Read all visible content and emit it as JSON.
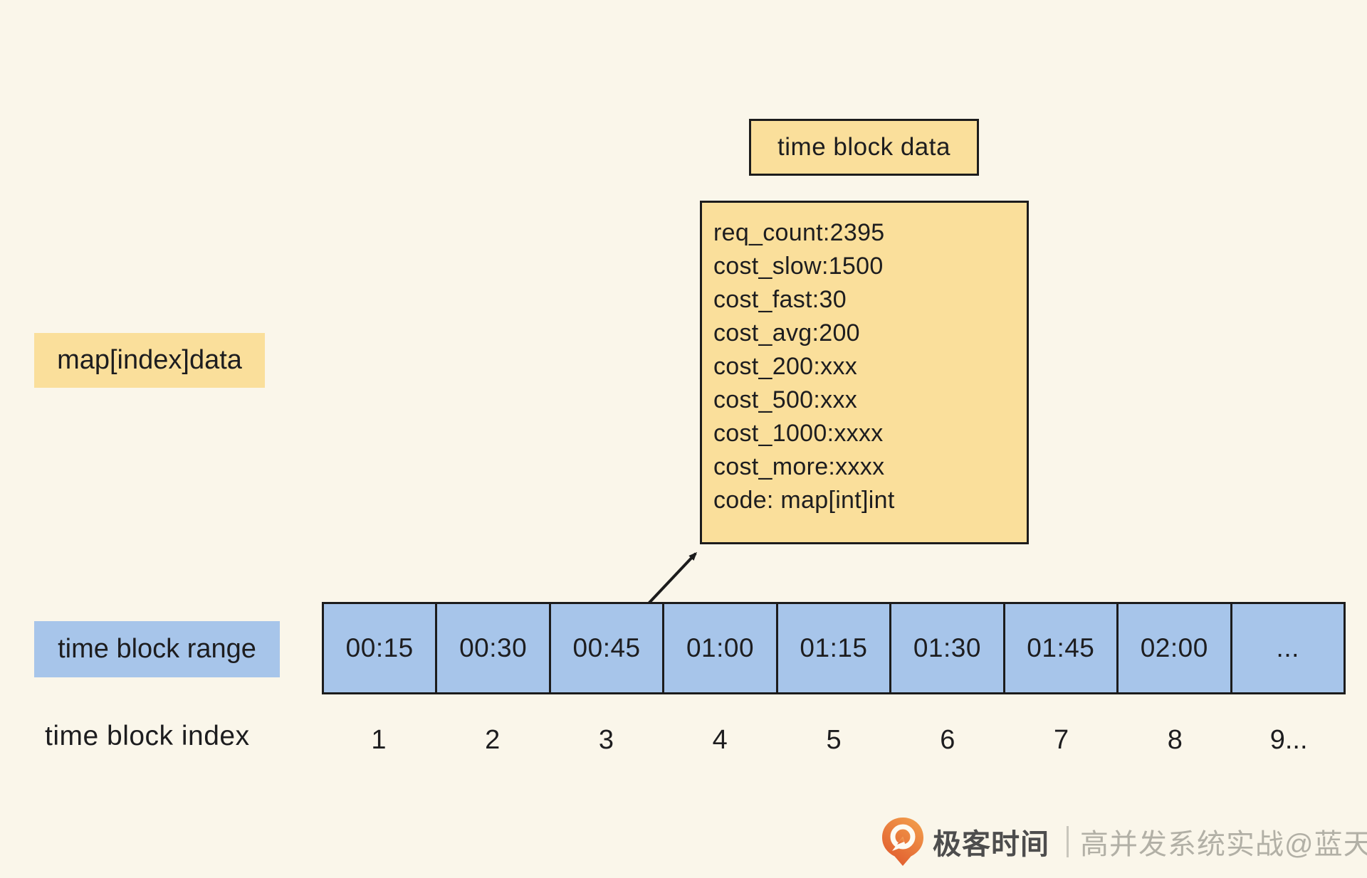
{
  "diagram": {
    "title_box": {
      "label": "time block data"
    },
    "data_box": {
      "lines": [
        "req_count:2395",
        "cost_slow:1500",
        "cost_fast:30",
        "cost_avg:200",
        "cost_200:xxx",
        "cost_500:xxx",
        "cost_1000:xxxx",
        "cost_more:xxxx",
        "code: map[int]int"
      ]
    },
    "map_label": {
      "label": "map[index]data"
    },
    "range_label": {
      "label": "time block range"
    },
    "index_label": {
      "label": "time block index"
    },
    "blocks": [
      "00:15",
      "00:30",
      "00:45",
      "01:00",
      "01:15",
      "01:30",
      "01:45",
      "02:00",
      "..."
    ],
    "indices": [
      "1",
      "2",
      "3",
      "4",
      "5",
      "6",
      "7",
      "8",
      "9..."
    ]
  },
  "footer": {
    "brand": "极客时间",
    "separator": "｜",
    "watermark": "高并发系统实战@蓝天"
  },
  "colors": {
    "background": "#faf6ea",
    "yellow_fill": "#fadf9b",
    "blue_fill": "#a7c5ea",
    "border": "#1c1c1c",
    "brand_orange_top": "#f29d4c",
    "brand_orange_bottom": "#e0592c",
    "brand_text": "#4d4d4d",
    "watermark_text": "#b2b0a6"
  }
}
